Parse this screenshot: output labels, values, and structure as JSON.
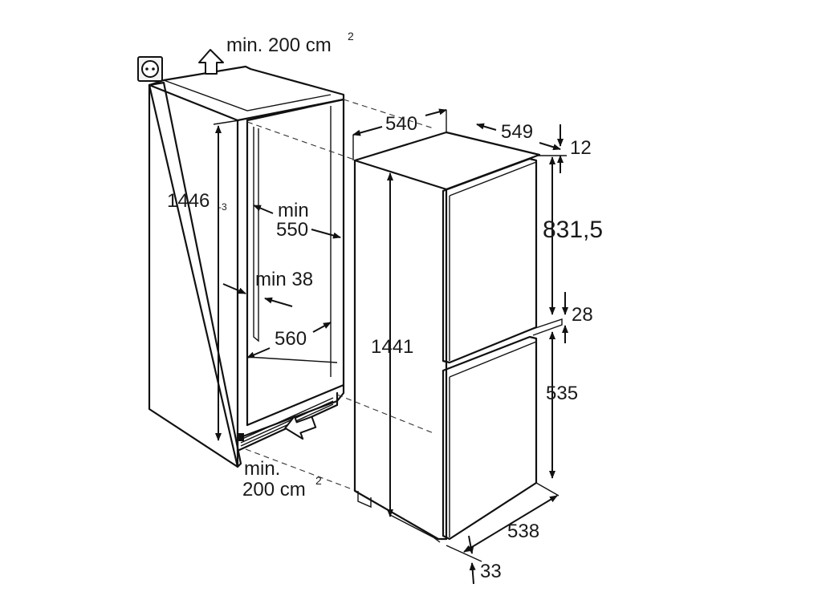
{
  "labels": {
    "vent_top": "min. 200 cm",
    "vent_top_sup": "2",
    "width_540": "540",
    "depth_549": "549",
    "gap_12": "12",
    "niche_height": "1446",
    "niche_height_tol": "-3",
    "min_label": "min",
    "min_550": "550",
    "min_38": "min 38",
    "width_560": "560",
    "height_1441": "1441",
    "door_831_5": "831,5",
    "gap_28": "28",
    "door_535": "535",
    "vent_bottom_line1": "min.",
    "vent_bottom_line2": "200 cm",
    "vent_bottom_sup": "2",
    "depth_538": "538",
    "gap_33": "33"
  },
  "icons": {
    "socket": "power-socket-icon",
    "air_up": "air-flow-up-arrow-icon",
    "air_in": "air-flow-inlet-arrow-icon"
  }
}
